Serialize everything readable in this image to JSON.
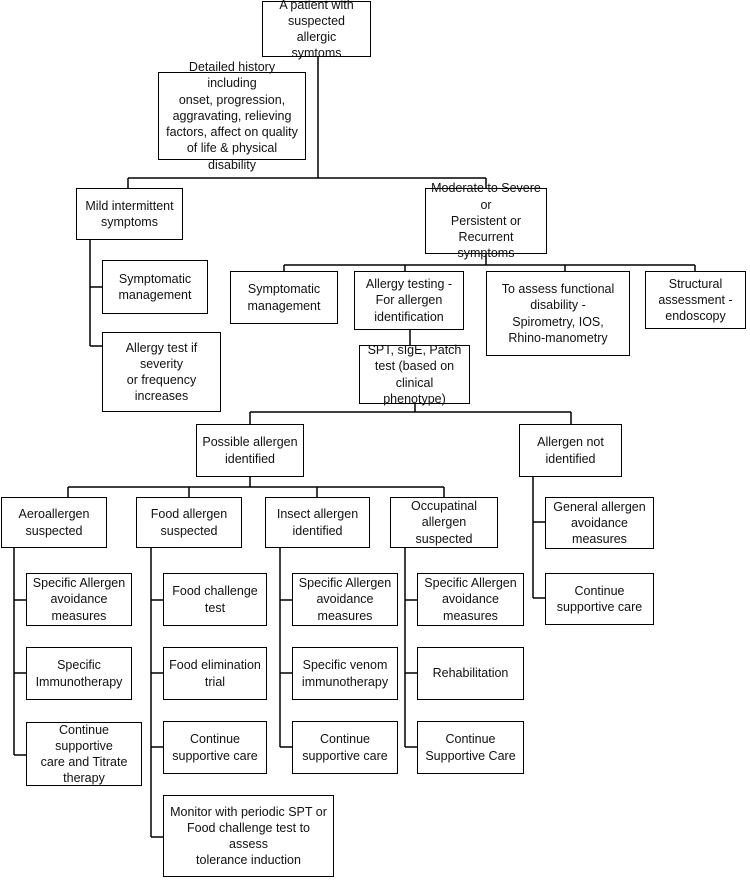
{
  "nodes": {
    "root": "A patient with\nsuspected allergic\nsymtoms",
    "history": "Detailed history including\nonset, progression,\naggravating, relieving\nfactors, affect on quality\nof life & physical disability",
    "mild": "Mild intermittent\nsymptoms",
    "moderate": "Moderate to Severe or\nPersistent or Recurrent\nsymptoms",
    "mild_symptomatic": "Symptomatic\nmanagement",
    "mild_allergy_test": "Allergy test if severity\nor frequency\nincreases",
    "symptomatic": "Symptomatic\nmanagement",
    "allergy_testing": "Allergy testing -\nFor allergen\nidentification",
    "functional": "To assess functional\ndisability -\nSpirometry, IOS,\nRhino-manometry",
    "structural": "Structural\nassessment -\nendoscopy",
    "spt": "SPT, sIgE, Patch\ntest (based on\nclinical phenotype)",
    "possible": "Possible allergen\nidentified",
    "not_identified": "Allergen not\nidentified",
    "aero": "Aeroallergen\nsuspected",
    "food": "Food allergen\nsuspected",
    "insect": "Insect allergen\nidentified",
    "occupational": "Occupatinal\nallergen suspected",
    "general_avoid": "General allergen\navoidance\nmeasures",
    "cont_supportive_na": "Continue\nsupportive care",
    "aero_avoid": "Specific Allergen\navoidance\nmeasures",
    "aero_immuno": "Specific\nImmunotherapy",
    "aero_continue": "Continue supportive\ncare and Titrate\ntherapy",
    "food_challenge": "Food challenge\ntest",
    "food_elim": "Food elimination\ntrial",
    "food_continue": "Continue\nsupportive care",
    "food_monitor": "Monitor with periodic SPT or\nFood challenge test to assess\ntolerance induction",
    "insect_avoid": "Specific Allergen\navoidance\nmeasures",
    "insect_venom": "Specific venom\nimmunotherapy",
    "insect_continue": "Continue\nsupportive care",
    "occ_avoid": "Specific Allergen\navoidance\nmeasures",
    "occ_rehab": "Rehabilitation",
    "occ_continue": "Continue\nSupportive Care"
  }
}
